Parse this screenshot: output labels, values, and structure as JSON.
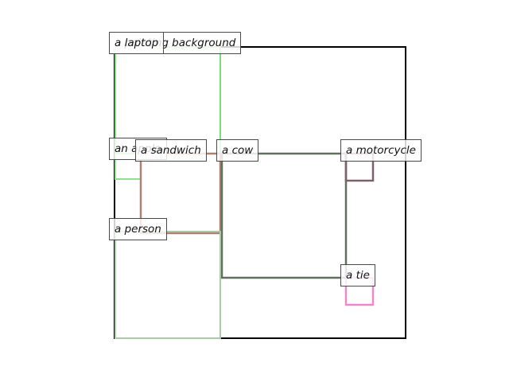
{
  "labels": {
    "background": "a painting background",
    "laptop": "a laptop",
    "apple": "an apple",
    "sandwich": "a sandwich",
    "cow": "a cow",
    "motorcycle": "a motorcycle",
    "person": "a person",
    "tie": "a tie"
  },
  "colors": {
    "background": "#000000",
    "laptop": "#77e077",
    "apple": "#8ee08e",
    "sandwich": "#b08070",
    "cow": "#5f705f",
    "motorcycle": "#806068",
    "person": "#a8c8a8",
    "tie": "#ee88cc"
  }
}
